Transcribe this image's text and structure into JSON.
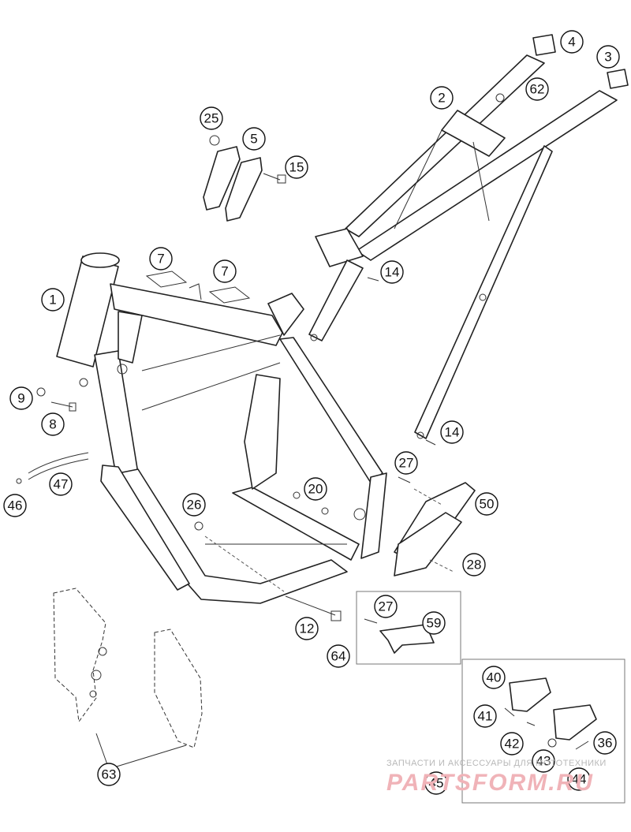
{
  "callouts": [
    {
      "label": "1"
    },
    {
      "label": "2"
    },
    {
      "label": "3"
    },
    {
      "label": "4"
    },
    {
      "label": "5"
    },
    {
      "label": "7"
    },
    {
      "label": "7"
    },
    {
      "label": "8"
    },
    {
      "label": "9"
    },
    {
      "label": "12"
    },
    {
      "label": "14"
    },
    {
      "label": "14"
    },
    {
      "label": "15"
    },
    {
      "label": "20"
    },
    {
      "label": "25"
    },
    {
      "label": "26"
    },
    {
      "label": "27"
    },
    {
      "label": "27"
    },
    {
      "label": "28"
    },
    {
      "label": "36"
    },
    {
      "label": "40"
    },
    {
      "label": "41"
    },
    {
      "label": "42"
    },
    {
      "label": "43"
    },
    {
      "label": "44"
    },
    {
      "label": "45"
    },
    {
      "label": "46"
    },
    {
      "label": "47"
    },
    {
      "label": "50"
    },
    {
      "label": "59"
    },
    {
      "label": "62"
    },
    {
      "label": "63"
    },
    {
      "label": "64"
    }
  ],
  "watermark": {
    "caption": "ЗАПЧАСТИ И АКСЕССУАРЫ ДЛЯ МОТОТЕХНИКИ",
    "logo": "PARTSFORM.RU"
  },
  "colors": {
    "line": "#222222",
    "watermark_logo": "#f0b3b8",
    "watermark_caption": "#b8b8b8"
  }
}
